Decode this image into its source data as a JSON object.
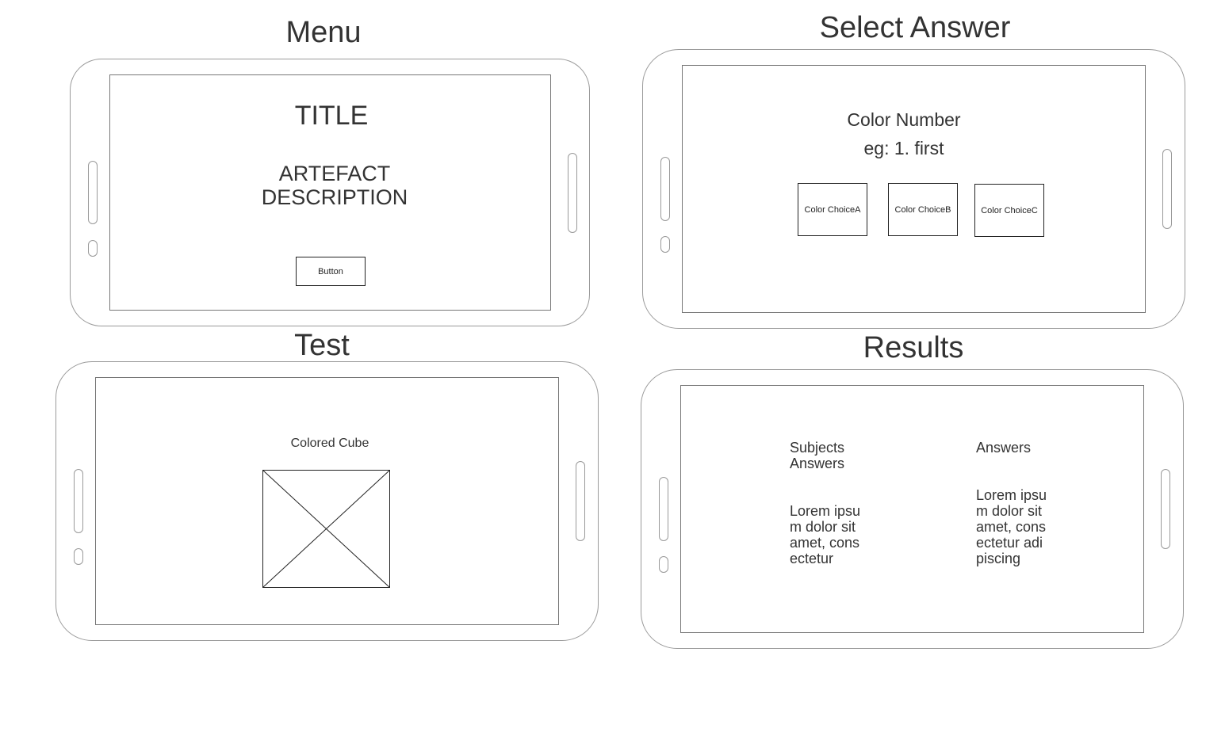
{
  "frames": {
    "menu": {
      "heading": "Menu",
      "title": "TITLE",
      "description_lines": [
        "ARTEFACT",
        "DESCRIPTION"
      ],
      "button_label": "Button"
    },
    "select_answer": {
      "heading": "Select Answer",
      "color_number": "Color Number",
      "example_line": "eg: 1. first",
      "choices": [
        "Color ChoiceA",
        "Color ChoiceB",
        "Color ChoiceC"
      ]
    },
    "test": {
      "heading": "Test",
      "label": "Colored Cube"
    },
    "results": {
      "heading": "Results",
      "left_header": "Subjects Answers",
      "right_header": "Answers",
      "left_body": "Lorem ipsum dolor sit amet, consectetur",
      "right_body": "Lorem ipsum dolor sit amet, consectetur adipiscing"
    }
  }
}
